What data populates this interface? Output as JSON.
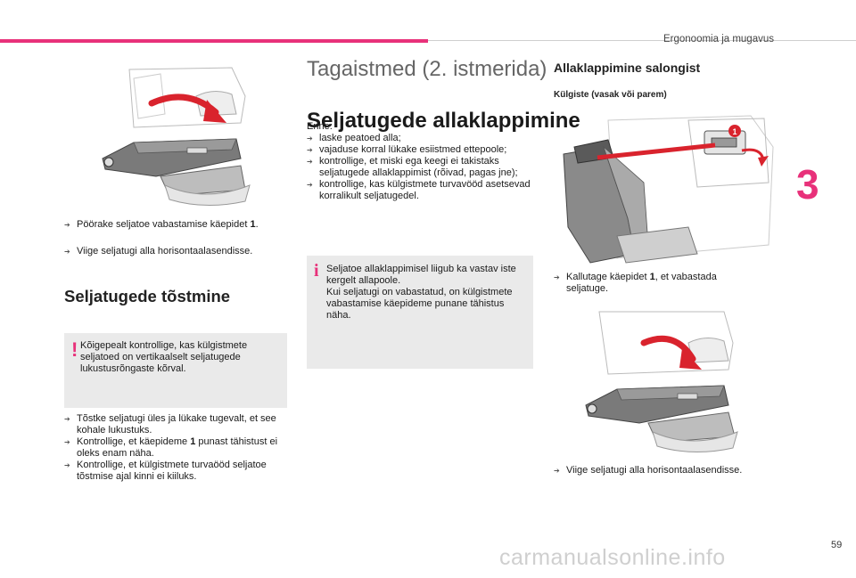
{
  "header": {
    "chapter_title": "Ergonoomia ja mugavus",
    "chapter_number": "3",
    "page_number": "59"
  },
  "watermark": "carmanualsonline.info",
  "left_col": {
    "step1": "Pöörake seljatoe vabastamise käepidet ",
    "step1_bold": "1",
    "step1_end": ".",
    "step2": "Viige seljatugi alla horisontaalasendisse.",
    "section_title": "Seljatugede tõstmine",
    "warning_text": "Kõigepealt kontrollige, kas külgistmete seljatoed on vertikaalselt seljatugede lukustusrõngaste kõrval.",
    "raise_b1": "Tõstke seljatugi üles ja lükake tugevalt, et see kohale lukustuks.",
    "raise_b2_a": "Kontrollige, et käepideme ",
    "raise_b2_bold": "1",
    "raise_b2_b": " punast tähistust ei oleks enam näha.",
    "raise_b3": "Kontrollige, et külgistmete turvaööd seljatoe tõstmise ajal kinni ei kiiluks."
  },
  "mid_col": {
    "big_title": "Tagaistmed (2. istmerida)",
    "sub_title": "Seljatugede allaklappimine",
    "intro": "Enne:",
    "b1": "laske peatoed alla;",
    "b2": "vajaduse korral lükake esiistmed ettepoole;",
    "b3": "kontrollige, et miski ega keegi ei takistaks seljatugede allaklappimist (rõivad, pagas jne);",
    "b4": "kontrollige, kas külgistmete turvavööd asetsevad korralikult seljatugedel.",
    "info_text": "Seljatoe allaklappimisel liigub ka vastav iste kergelt allapoole.\nKui seljatugi on vabastatud, on külgistmete vabastamise käepideme punane tähistus näha."
  },
  "right_col": {
    "title": "Allaklappimine salongist",
    "subtitle": "Külgiste (vasak või parem)",
    "callout_label": "1",
    "step1_a": "Kallutage käepidet ",
    "step1_bold": "1",
    "step1_b": ", et vabastada seljatuge.",
    "step2": "Viige seljatugi alla horisontaalasendisse."
  },
  "colors": {
    "accent": "#e8317a",
    "note_bg": "#eaeaea",
    "arrow": "#d9232d"
  }
}
